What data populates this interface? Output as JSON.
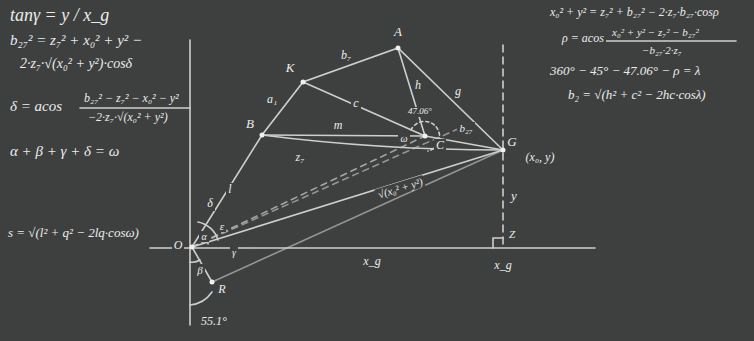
{
  "diagram": {
    "labels": [
      "tanγ = y / x_g",
      "b₂₇² = z₇² + x₀² + y² −",
      "2·z₇·√(x₀² + y²)·cosδ",
      "δ = acos",
      "b₂₇² − z₇² − x₀² − y²",
      "−2·z₇·√(x₀² + y²)",
      "α + β + γ + δ = ω",
      "s = √(l² + q² − 2lq·cosω)",
      "x₀² + y² = z₇² + b₂₇² − 2·z₇·b₂₇·cosρ",
      "ρ = acos",
      "x₀² + y² − z₇² − b₂₇²",
      "−b₂₇·2·z₇",
      "360° − 45° − 47.06° − ρ = λ",
      "b₂ = √(h² + c² − 2hc·cosλ)",
      "A",
      "K",
      "B",
      "C",
      "G",
      "(x₀, y)",
      "O",
      "R",
      "Z",
      "x_g",
      "x_g",
      "y",
      "b₇",
      "a₁",
      "h",
      "g",
      "c",
      "m",
      "b₂₇",
      "z₇",
      "√(x₀² + y²)",
      "l",
      "δ",
      "ε",
      "α",
      "β",
      "γ",
      "55.1°",
      "47.06°",
      "ω"
    ]
  }
}
